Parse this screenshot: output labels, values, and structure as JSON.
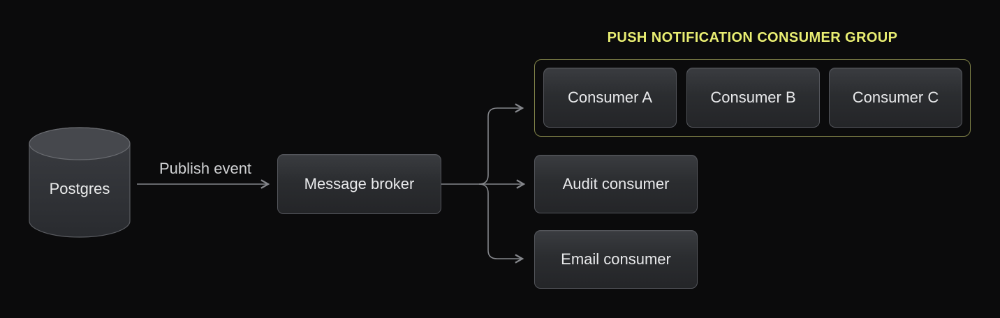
{
  "diagram": {
    "nodes": {
      "postgres": {
        "label": "Postgres",
        "shape": "cylinder"
      },
      "message_broker": {
        "label": "Message broker",
        "shape": "rounded-box"
      },
      "consumer_a": {
        "label": "Consumer A",
        "shape": "rounded-box"
      },
      "consumer_b": {
        "label": "Consumer B",
        "shape": "rounded-box"
      },
      "consumer_c": {
        "label": "Consumer C",
        "shape": "rounded-box"
      },
      "audit_consumer": {
        "label": "Audit consumer",
        "shape": "rounded-box"
      },
      "email_consumer": {
        "label": "Email consumer",
        "shape": "rounded-box"
      }
    },
    "group": {
      "label": "PUSH NOTIFICATION CONSUMER GROUP",
      "members": [
        "Consumer A",
        "Consumer B",
        "Consumer C"
      ],
      "border_color": "#83854a",
      "label_color": "#e9ee72"
    },
    "edges": [
      {
        "from": "Postgres",
        "to": "Message broker",
        "label": "Publish event"
      },
      {
        "from": "Message broker",
        "to": "Push notification consumer group",
        "label": ""
      },
      {
        "from": "Message broker",
        "to": "Audit consumer",
        "label": ""
      },
      {
        "from": "Message broker",
        "to": "Email consumer",
        "label": ""
      }
    ],
    "colors": {
      "background": "#0b0b0c",
      "node_fill_top": "#3a3c40",
      "node_fill_bottom": "#242528",
      "node_border": "#54565c",
      "node_text": "#e8e9eb",
      "connector": "#85878c",
      "edge_label_text": "#d2d3d5",
      "group_border": "#83854a",
      "group_label_text": "#e9ee72",
      "cylinder_top": "#46484d",
      "cylinder_body": "#323439"
    }
  }
}
